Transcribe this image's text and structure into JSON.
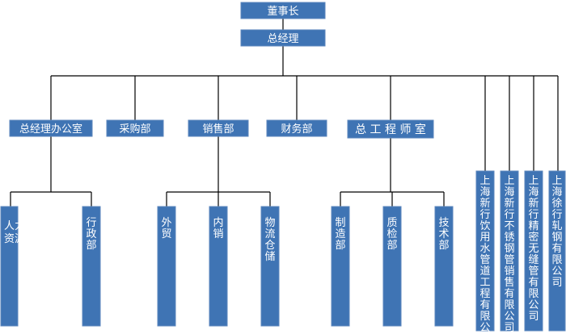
{
  "org": {
    "chairman": "董事长",
    "gm": "总经理",
    "departments": [
      "总经理办公室",
      "采购部",
      "销售部",
      "财务部",
      "总 工 程 师 室"
    ],
    "gm_office_units": [
      "人力资源",
      "行政部"
    ],
    "sales_units": [
      "外贸",
      "内销",
      "物流仓储"
    ],
    "engineer_units": [
      "制造部",
      "质检部",
      "技术部"
    ],
    "companies": [
      "上海新行饮用水管道工程有限公司",
      "上海新行不锈钢管销售有限公司",
      "上海新行精密无缝管有限公司",
      "上海徐行轧钢有限公司"
    ]
  }
}
